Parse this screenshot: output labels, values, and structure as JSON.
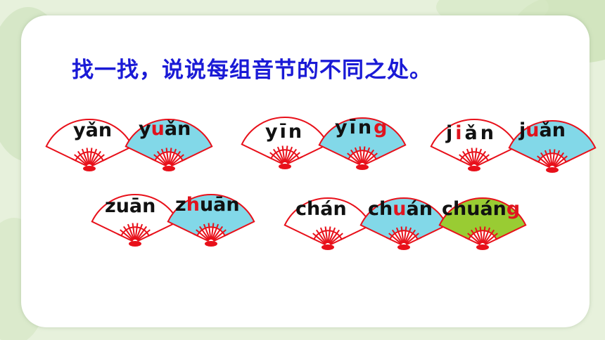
{
  "title": "找一找，说说每组音节的不同之处。",
  "colors": {
    "title": "#1a1ad6",
    "highlight": "#e0141e",
    "fan_white": "#ffffff",
    "fan_blue": "#82d8e8",
    "fan_green": "#99cc33",
    "fan_red": "#e8101a"
  },
  "syllables": {
    "g1a": {
      "pre": "yǎn",
      "hl": "",
      "post": ""
    },
    "g1b": {
      "pre": "y",
      "hl": "u",
      "post": "ǎn"
    },
    "g2a": {
      "pre": "yīn",
      "hl": "",
      "post": ""
    },
    "g2b": {
      "pre": "yīn",
      "hl": "g",
      "post": ""
    },
    "g3a": {
      "pre": "j",
      "hl": "i",
      "post": "ǎn"
    },
    "g3b": {
      "pre": "j",
      "hl": "u",
      "post": "ǎn"
    },
    "g4a": {
      "pre": "zuān",
      "hl": "",
      "post": ""
    },
    "g4b": {
      "pre": "z",
      "hl": "h",
      "post": "uān"
    },
    "g5a": {
      "pre": "chán",
      "hl": "",
      "post": ""
    },
    "g5b": {
      "pre": "ch",
      "hl": "u",
      "post": "án"
    },
    "g5c": {
      "pre": "chuán",
      "hl": "g",
      "post": ""
    }
  }
}
